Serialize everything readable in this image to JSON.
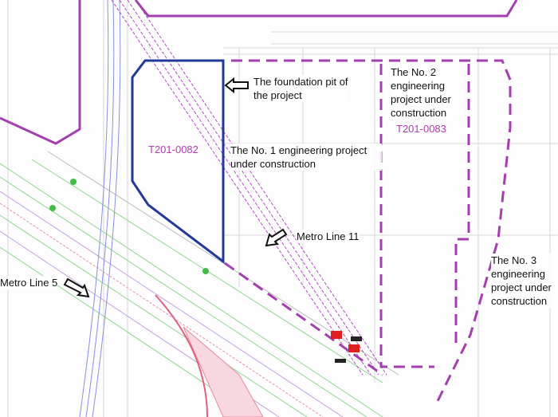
{
  "labels": {
    "foundation_pit": "The foundation pit of the project",
    "project1": "The No. 1 engineering project under construction",
    "project2": "The No. 2 engineering project under construction",
    "project3": "The No. 3 engineering project under construction",
    "metro11": "Metro Line 11",
    "metro5": "Metro Line 5"
  },
  "plot_codes": {
    "pit": "T201-0082",
    "project2": "T201-0083"
  },
  "colors": {
    "pit": "#23399a",
    "boundary": "#a43fb0",
    "road": "#8fd48f",
    "metro": "#b04fc0"
  }
}
